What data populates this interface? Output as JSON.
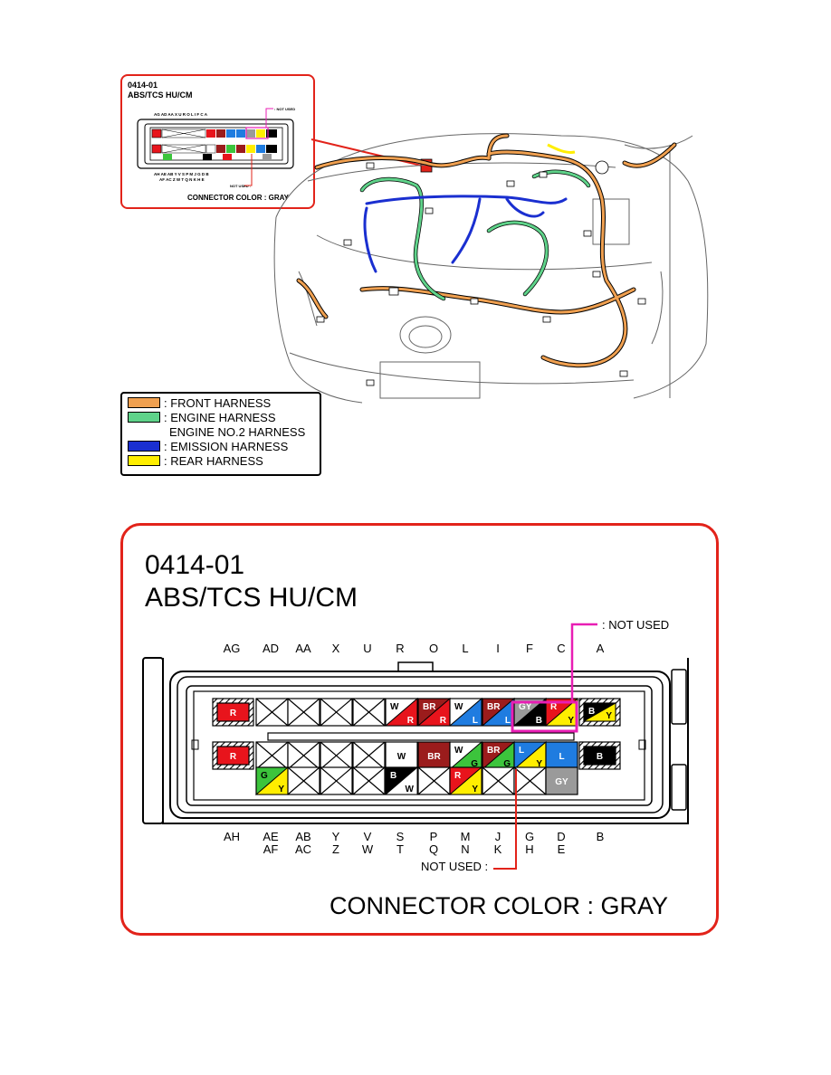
{
  "thumbnail": {
    "code": "0414-01",
    "name": "ABS/TCS HU/CM",
    "not_used_top": ": NOT USED",
    "not_used_bottom": "NOT USED :",
    "connector_color": "CONNECTOR COLOR : GRAY",
    "top_letters": "AG  AD  AA  X   U   R   O   L   I   F   C     A",
    "bottom_letters_1": "AH  AE  AB  Y   V   S   P   M   J   G   D   B",
    "bottom_letters_2": "AF  AC  Z   W   T   Q   N   K   H   E"
  },
  "legend": {
    "items": [
      {
        "label": ": FRONT HARNESS",
        "color": "#f0a050"
      },
      {
        "label": ": ENGINE HARNESS",
        "color": "#5fd38a"
      },
      {
        "label": "ENGINE NO.2 HARNESS",
        "color": ""
      },
      {
        "label": ": EMISSION HARNESS",
        "color": "#1a2fd0"
      },
      {
        "label": ": REAR HARNESS",
        "color": "#ffee00"
      }
    ]
  },
  "detail": {
    "code": "0414-01",
    "name": "ABS/TCS HU/CM",
    "not_used_top": ": NOT USED",
    "not_used_bottom": "NOT USED :",
    "connector_color": "CONNECTOR COLOR : GRAY",
    "top_labels": [
      "AG",
      "AD",
      "AA",
      "X",
      "U",
      "R",
      "O",
      "L",
      "I",
      "F",
      "C",
      "A"
    ],
    "bottom_labels_1": [
      "AH",
      "AE",
      "AB",
      "Y",
      "V",
      "S",
      "P",
      "M",
      "J",
      "G",
      "D",
      "B"
    ],
    "bottom_labels_2": [
      "",
      "AF",
      "AC",
      "Z",
      "W",
      "T",
      "Q",
      "N",
      "K",
      "H",
      "E",
      ""
    ],
    "row1_pins": [
      {
        "pin": "AG",
        "top": "R",
        "bottom": "",
        "c1": "#e8141c",
        "c2": ""
      },
      {
        "pin": "AD",
        "top": "",
        "bottom": "",
        "c1": "x",
        "c2": ""
      },
      {
        "pin": "AA",
        "top": "",
        "bottom": "",
        "c1": "x",
        "c2": ""
      },
      {
        "pin": "X",
        "top": "",
        "bottom": "",
        "c1": "x",
        "c2": ""
      },
      {
        "pin": "U",
        "top": "",
        "bottom": "",
        "c1": "x",
        "c2": ""
      },
      {
        "pin": "R",
        "top": "W",
        "bottom": "R",
        "c1": "#ffffff",
        "c2": "#e8141c"
      },
      {
        "pin": "O",
        "top": "BR",
        "bottom": "R",
        "c1": "#9b1c1c",
        "c2": "#e8141c"
      },
      {
        "pin": "L",
        "top": "W",
        "bottom": "L",
        "c1": "#ffffff",
        "c2": "#1f7ce0"
      },
      {
        "pin": "I",
        "top": "BR",
        "bottom": "L",
        "c1": "#9b1c1c",
        "c2": "#1f7ce0"
      },
      {
        "pin": "F",
        "top": "GY",
        "bottom": "B",
        "c1": "#9a9a9a",
        "c2": "#000000"
      },
      {
        "pin": "C",
        "top": "R",
        "bottom": "Y",
        "c1": "#e8141c",
        "c2": "#ffee00"
      },
      {
        "pin": "A",
        "top": "B",
        "bottom": "Y",
        "c1": "#000000",
        "c2": "#ffee00"
      }
    ],
    "row2_pins": [
      {
        "pin": "AH",
        "top": "R",
        "bottom": "",
        "c1": "#e8141c",
        "c2": ""
      },
      {
        "pin": "AE",
        "top": "",
        "bottom": "",
        "c1": "x",
        "c2": ""
      },
      {
        "pin": "AB",
        "top": "",
        "bottom": "",
        "c1": "x",
        "c2": ""
      },
      {
        "pin": "Y",
        "top": "",
        "bottom": "",
        "c1": "x",
        "c2": ""
      },
      {
        "pin": "V",
        "top": "",
        "bottom": "",
        "c1": "x",
        "c2": ""
      },
      {
        "pin": "S",
        "top": "W",
        "bottom": "",
        "c1": "#ffffff",
        "c2": ""
      },
      {
        "pin": "P",
        "top": "BR",
        "bottom": "",
        "c1": "#9b1c1c",
        "c2": ""
      },
      {
        "pin": "M",
        "top": "W",
        "bottom": "G",
        "c1": "#ffffff",
        "c2": "#3cc43c"
      },
      {
        "pin": "J",
        "top": "BR",
        "bottom": "G",
        "c1": "#9b1c1c",
        "c2": "#3cc43c"
      },
      {
        "pin": "G",
        "top": "L",
        "bottom": "Y",
        "c1": "#1f7ce0",
        "c2": "#ffee00"
      },
      {
        "pin": "D",
        "top": "L",
        "bottom": "",
        "c1": "#1f7ce0",
        "c2": ""
      },
      {
        "pin": "B",
        "top": "B",
        "bottom": "",
        "c1": "#000000",
        "c2": ""
      }
    ],
    "row3_pins": [
      {
        "pin": "AF",
        "top": "G",
        "bottom": "Y",
        "c1": "#3cc43c",
        "c2": "#ffee00"
      },
      {
        "pin": "AC",
        "top": "",
        "bottom": "",
        "c1": "x",
        "c2": ""
      },
      {
        "pin": "Z",
        "top": "",
        "bottom": "",
        "c1": "x",
        "c2": ""
      },
      {
        "pin": "W",
        "top": "",
        "bottom": "",
        "c1": "x",
        "c2": ""
      },
      {
        "pin": "T",
        "top": "B",
        "bottom": "W",
        "c1": "#000000",
        "c2": "#ffffff"
      },
      {
        "pin": "Q",
        "top": "",
        "bottom": "",
        "c1": "x",
        "c2": ""
      },
      {
        "pin": "N",
        "top": "R",
        "bottom": "Y",
        "c1": "#e8141c",
        "c2": "#ffee00"
      },
      {
        "pin": "K",
        "top": "",
        "bottom": "",
        "c1": "x",
        "c2": ""
      },
      {
        "pin": "H",
        "top": "",
        "bottom": "",
        "c1": "x",
        "c2": ""
      },
      {
        "pin": "E",
        "top": "GY",
        "bottom": "",
        "c1": "#9a9a9a",
        "c2": ""
      }
    ]
  },
  "colors": {
    "border_red": "#e2231a",
    "highlight_magenta": "#e81eb4"
  }
}
